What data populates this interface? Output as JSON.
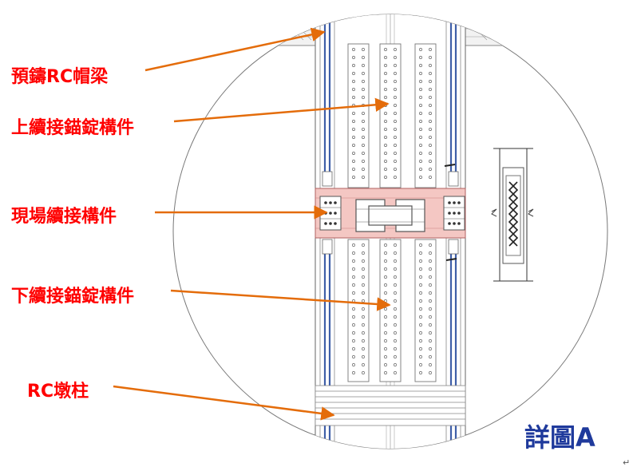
{
  "labels": {
    "precast_cap_beam": "預鑄RC帽梁",
    "upper_splice_anchor": "上續接錨錠構件",
    "field_splice": "現場續接構件",
    "lower_splice_anchor": "下續接錨錠構件",
    "rc_pier_column": "RC墩柱"
  },
  "title": "詳圖A",
  "paragraph_mark": "↵",
  "colors": {
    "label_text": "#ff0000",
    "leader_arrow": "#e46c0a",
    "title_text": "#1f3a9c",
    "splice_band": "#f4c7c3",
    "rebar_blue": "#3f5fa8"
  }
}
